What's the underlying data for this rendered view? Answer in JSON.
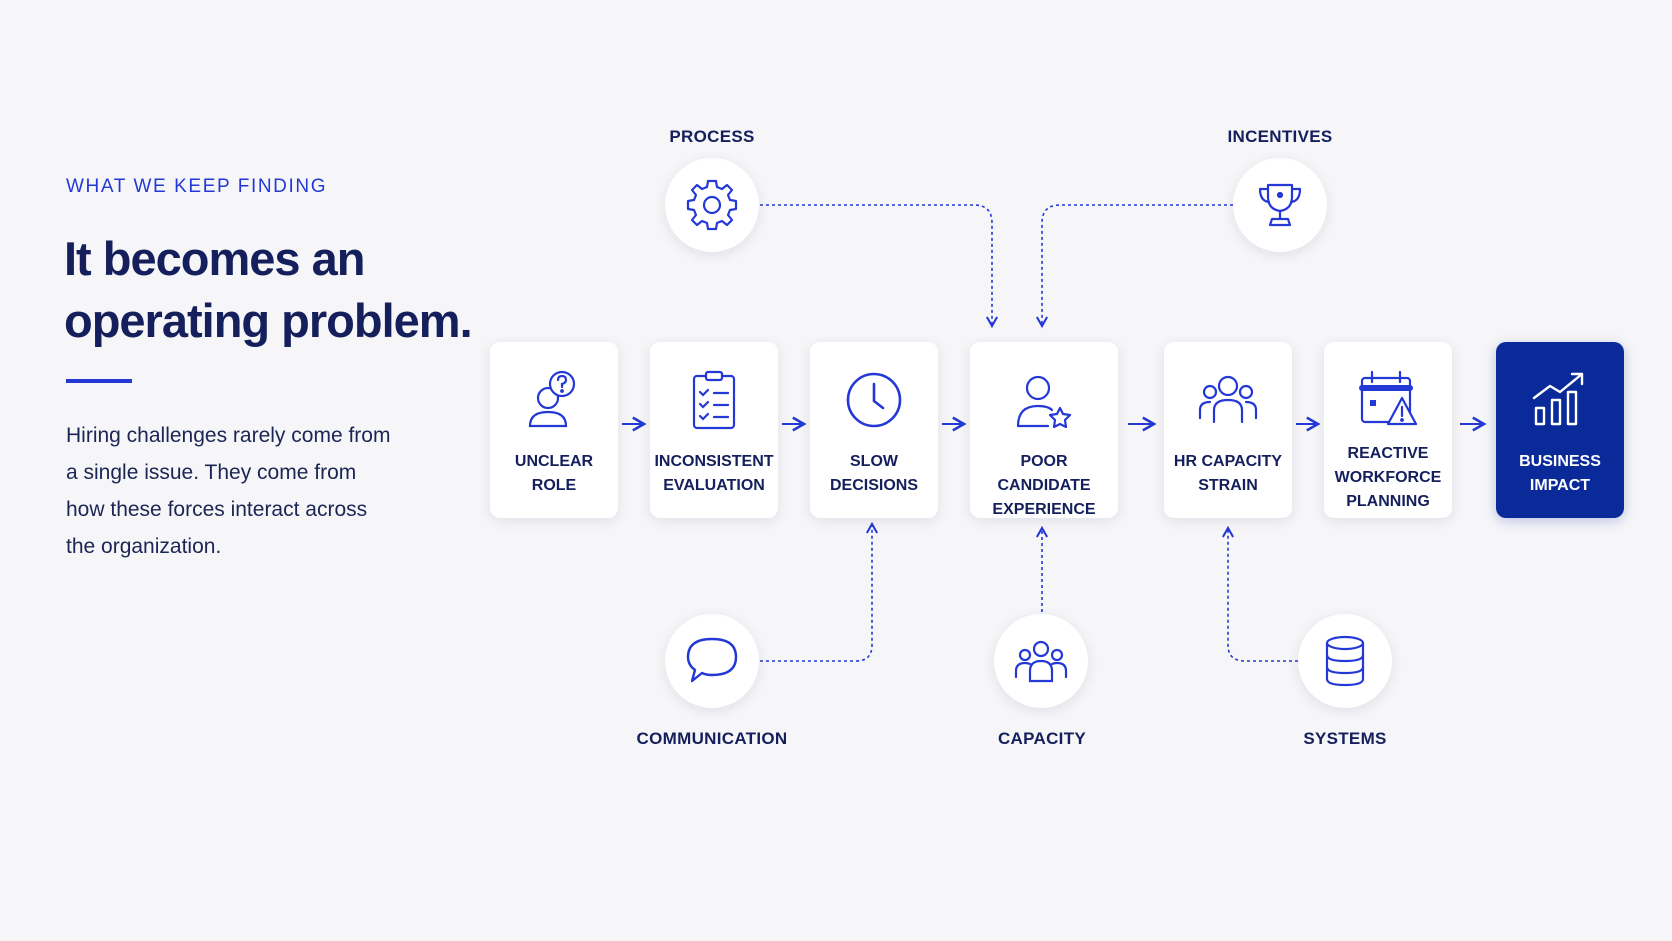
{
  "intro": {
    "eyebrow": "WHAT WE KEEP FINDING",
    "headline": "It becomes an operating problem.",
    "body": "Hiring challenges rarely come from a single issue. They come from how these forces interact across the organization."
  },
  "chain": [
    {
      "label": "UNCLEAR\nROLE",
      "icon": "user-question-icon"
    },
    {
      "label": "INCONSISTENT\nEVALUATION",
      "icon": "clipboard-checklist-icon"
    },
    {
      "label": "SLOW\nDECISIONS",
      "icon": "clock-icon"
    },
    {
      "label": "POOR CANDIDATE\nEXPERIENCE",
      "icon": "user-star-icon"
    },
    {
      "label": "HR CAPACITY\nSTRAIN",
      "icon": "team-icon"
    },
    {
      "label": "REACTIVE\nWORKFORCE\nPLANNING",
      "icon": "calendar-warning-icon"
    },
    {
      "label": "BUSINESS\nIMPACT",
      "icon": "bar-chart-trend-icon"
    }
  ],
  "forces": {
    "process": {
      "label": "PROCESS",
      "icon": "gear-icon"
    },
    "incentives": {
      "label": "INCENTIVES",
      "icon": "trophy-icon"
    },
    "communication": {
      "label": "COMMUNICATION",
      "icon": "speech-bubble-icon"
    },
    "capacity": {
      "label": "CAPACITY",
      "icon": "people-group-icon"
    },
    "systems": {
      "label": "SYSTEMS",
      "icon": "database-icon"
    }
  },
  "colors": {
    "accent": "#2438d6",
    "navy": "#141f5c",
    "impact_fill": "#0a2a9a",
    "background": "#f6f6f8"
  }
}
